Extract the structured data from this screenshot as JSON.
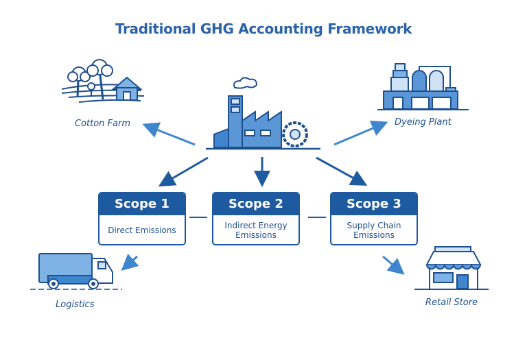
{
  "title": "Traditional GHG Accounting Framework",
  "colors": {
    "primary": "#1e5aa0",
    "accent": "#3f86cf",
    "light": "#7fb2e5",
    "pale": "#cfe2f6"
  },
  "nodes": {
    "cotton_farm": {
      "label": "Cotton Farm",
      "icon": "cotton-farm-icon"
    },
    "dyeing_plant": {
      "label": "Dyeing Plant",
      "icon": "dyeing-plant-icon"
    },
    "factory": {
      "icon": "factory-icon"
    },
    "logistics": {
      "label": "Logistics",
      "icon": "truck-icon"
    },
    "retail_store": {
      "label": "Retail Store",
      "icon": "retail-store-icon"
    }
  },
  "scopes": [
    {
      "title": "Scope 1",
      "desc": "Direct Emissions"
    },
    {
      "title": "Scope 2",
      "desc": "Indirect Energy Emissions"
    },
    {
      "title": "Scope 3",
      "desc": "Supply Chain Emissions"
    }
  ]
}
